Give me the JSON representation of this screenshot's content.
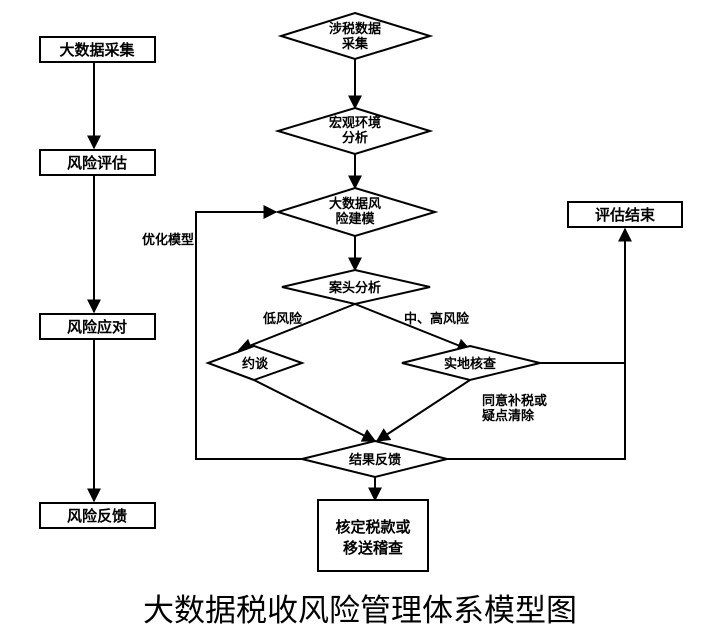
{
  "title": "大数据税收风险管理体系模型图",
  "left_steps": [
    "大数据采集",
    "风险评估",
    "风险应对",
    "风险反馈"
  ],
  "nodes": {
    "collect": [
      "涉税数据",
      "采集"
    ],
    "macro": [
      "宏观环境",
      "分析"
    ],
    "model": [
      "大数据风",
      "险建模"
    ],
    "desk": "案头分析",
    "interview": "约谈",
    "inspect": "实地核查",
    "feedback": "结果反馈",
    "confirm": [
      "核定税款或",
      "移送稽查"
    ],
    "end": "评估结束"
  },
  "edge_labels": {
    "optimize": "优化模型",
    "low_risk": "低风险",
    "mid_high_risk": "中、高风险",
    "agree": [
      "同意补税或",
      "疑点清除"
    ]
  }
}
